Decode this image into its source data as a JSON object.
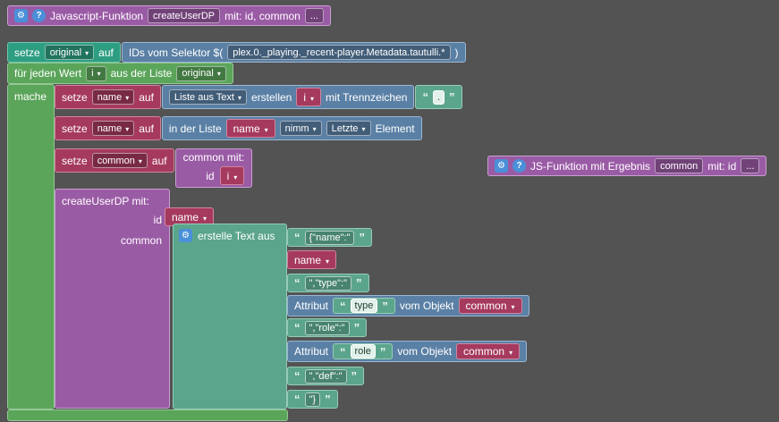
{
  "colors": {
    "workspace_bg": "#535353",
    "function_purple": "#9a5ba5",
    "loop_green": "#5ba55b",
    "variable_set_teal": "#2e9e82",
    "variable_set_crimson": "#a53a5e",
    "list_blue": "#5b80a5",
    "text_green": "#5ba58c",
    "icon_blue": "#4a90d9"
  },
  "quotes": {
    "open": "“",
    "close": "”"
  },
  "func_def": {
    "label": "Javascript-Funktion",
    "name": "createUserDP",
    "params": "mit: id, common",
    "mutator": "..."
  },
  "func_def_result": {
    "label": "JS-Funktion mit Ergebnis",
    "name": "common",
    "params": "mit: id",
    "mutator": "..."
  },
  "set_original": {
    "set": "setze",
    "variable": "original",
    "to": "auf"
  },
  "selector": {
    "label": "IDs vom Selektor $(",
    "pattern": "plex.0._playing._recent-player.Metadata.tautulli.*",
    "close": ")"
  },
  "foreach": {
    "for_each": "für jeden Wert",
    "variable": "i",
    "from_list": "aus der Liste",
    "list": "original",
    "do": "mache"
  },
  "set_name_split": {
    "set": "setze",
    "variable": "name",
    "to": "auf"
  },
  "list_split": {
    "mode": "Liste aus Text",
    "make": "erstellen",
    "input_var": "i",
    "with_delimiter": "mit Trennzeichen",
    "delimiter": "."
  },
  "set_name_last": {
    "set": "setze",
    "variable": "name",
    "to": "auf"
  },
  "list_get": {
    "in_list": "in der Liste",
    "list_var": "name",
    "op": "nimm",
    "where": "Letzte",
    "element": "Element"
  },
  "set_common": {
    "set": "setze",
    "variable": "common",
    "to": "auf"
  },
  "call_common": {
    "label": "common  mit:",
    "arg_label": "id",
    "arg_var": "i"
  },
  "call_create": {
    "label": "createUserDP  mit:",
    "id_label": "id",
    "id_var": "name",
    "common_label": "common"
  },
  "text_join": {
    "label": "erstelle Text aus",
    "item_1_text": "{\"name\":\"",
    "item_2_var": "name",
    "item_3_text": "\",\"type\":\"",
    "item_4": {
      "attribut": "Attribut",
      "attr": "type",
      "vom_objekt": "vom Objekt",
      "object": "common"
    },
    "item_5_text": "\",\"role\":\"",
    "item_6": {
      "attribut": "Attribut",
      "attr": "role",
      "vom_objekt": "vom Objekt",
      "object": "common"
    },
    "item_7_text": "\",\"def\":\"",
    "item_8_text": "\"}"
  }
}
